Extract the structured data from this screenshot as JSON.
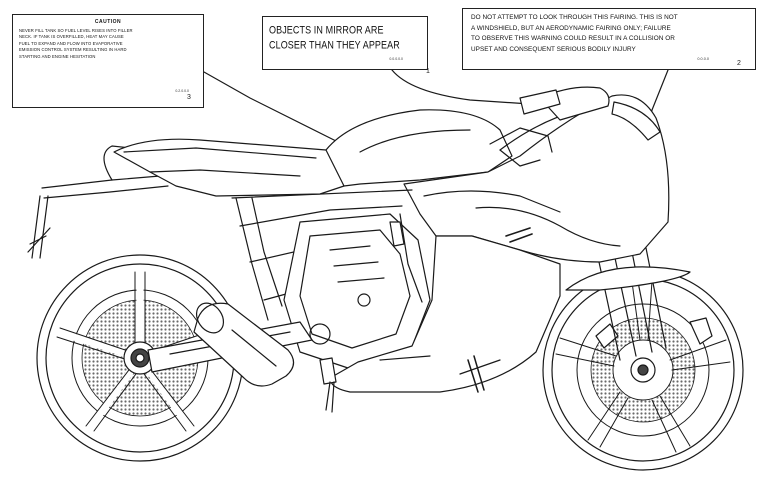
{
  "labels": {
    "caution": {
      "title": "CAUTION",
      "lines": [
        "NEVER FILL TANK SO FUEL LEVEL RISES INTO FILLER",
        "NECK. IF TANK IS OVERFILLED, HEAT MAY CAUSE",
        "FUEL TO EXPAND AND FLOW INTO EVAPORATIVE",
        "EMISSION CONTROL SYSTEM RESULTING IN HARD",
        "STARTING AND ENGINE HESITATION"
      ],
      "code": "0.2.0.0.0",
      "ref": "3"
    },
    "mirror": {
      "lines": [
        "OBJECTS IN MIRROR ARE",
        "CLOSER THAN THEY APPEAR"
      ],
      "code": "0.0.0.0.0",
      "ref": "1"
    },
    "warning": {
      "lines": [
        "DO NOT ATTEMPT TO LOOK THROUGH THIS FAIRING. THIS IS NOT",
        "A WINDSHIELD, BUT AN AERODYNAMIC FAIRING ONLY; FAILURE",
        "TO OBSERVE THIS WARNING COULD RESULT IN A COLLISION OR",
        "UPSET AND CONSEQUENT SERIOUS BODILY INJURY"
      ],
      "code": "0.0.0.0",
      "ref": "2"
    }
  },
  "colors": {
    "line": "#1a1a1a",
    "disc_fill": "#b8b8b8",
    "background": "#ffffff"
  }
}
